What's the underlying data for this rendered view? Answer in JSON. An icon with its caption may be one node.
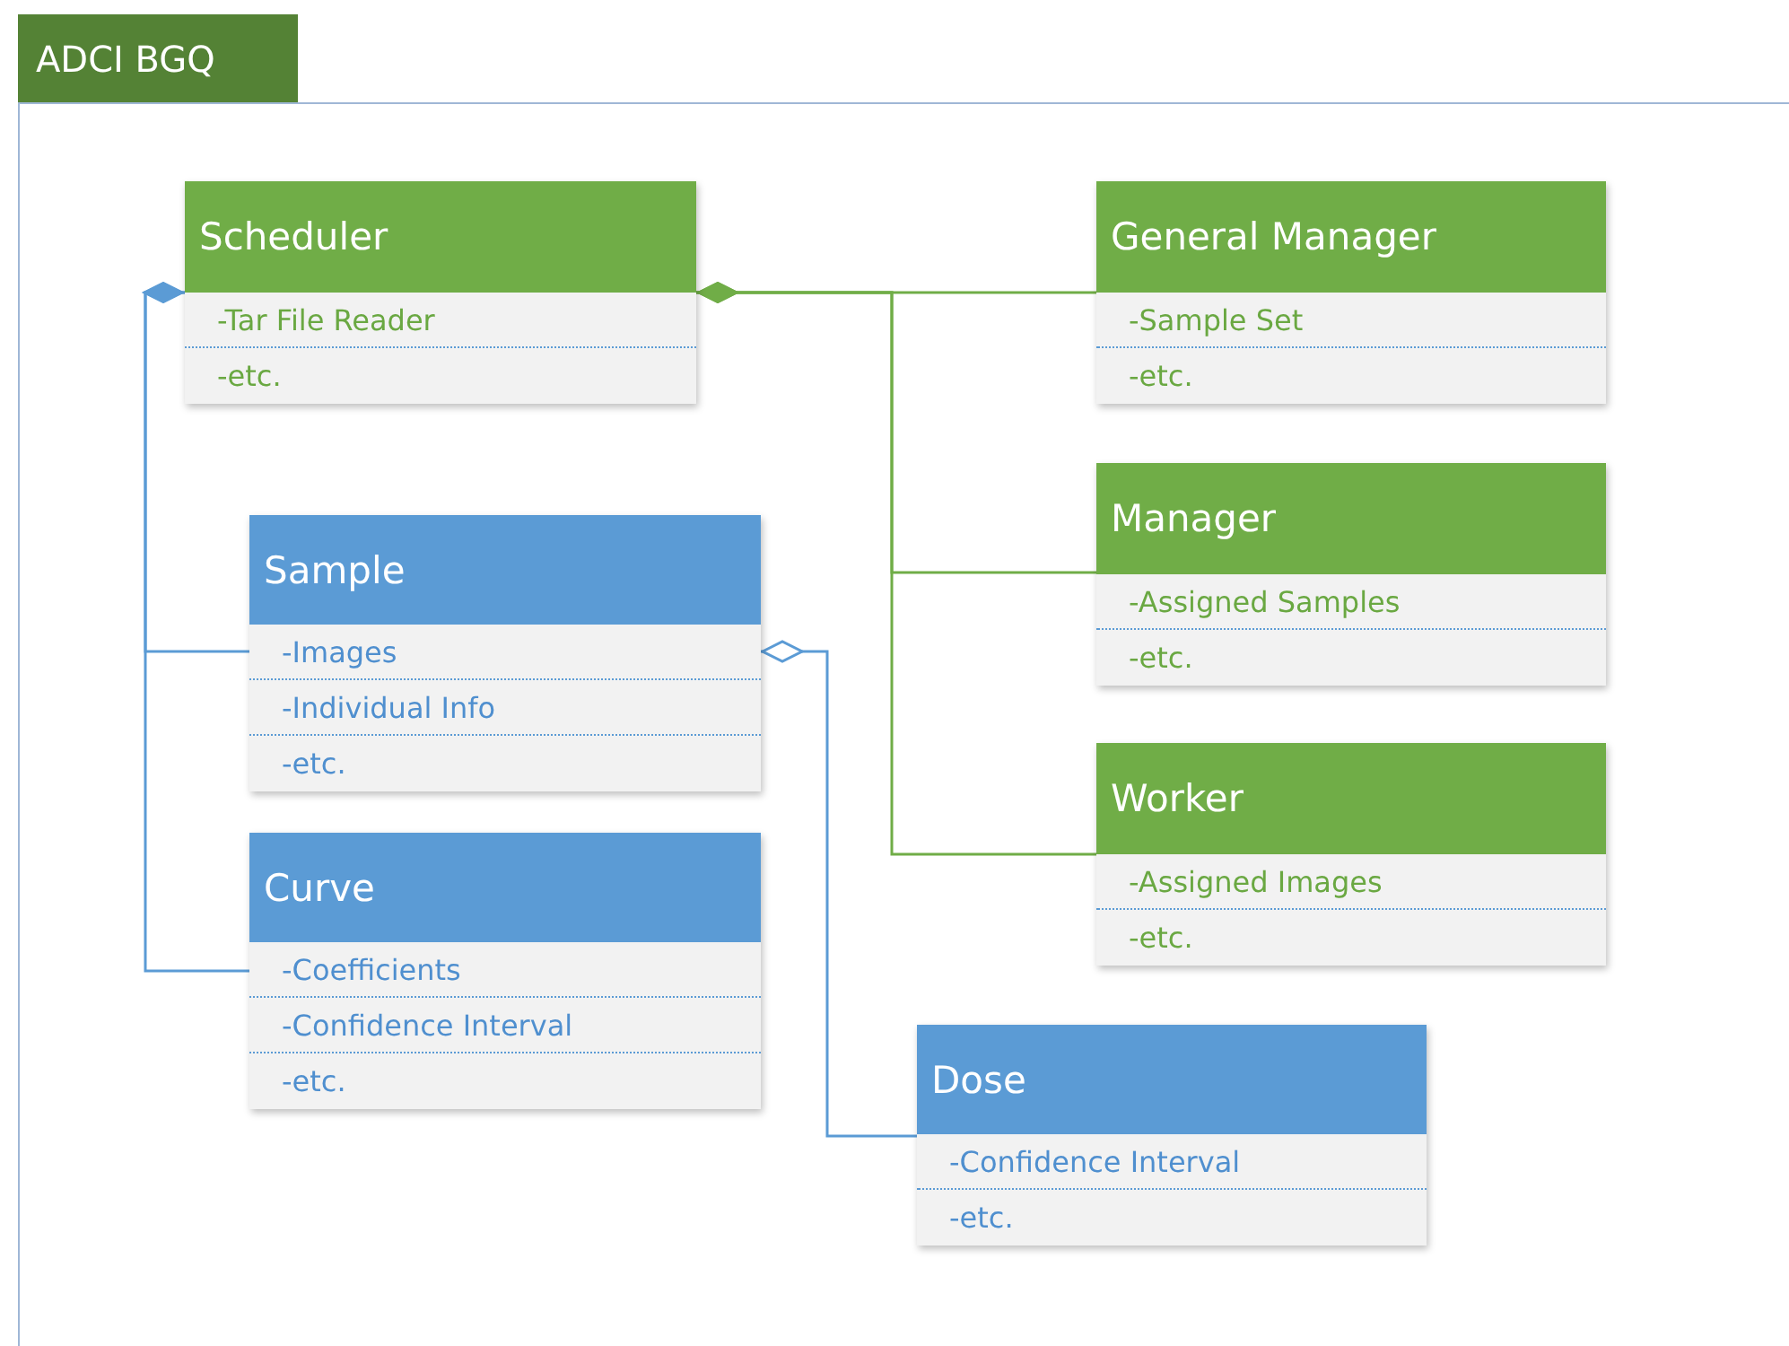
{
  "diagram": {
    "nodes": [
      {
        "text": [
          "ADCI BGQ"
        ]
      },
      {
        "text": [
          "Scheduler",
          "-Tar File Reader",
          "-etc."
        ],
        "in": 0
      },
      {
        "text": [
          "General Manager",
          "-Sample Set",
          "-etc."
        ],
        "in": 0
      },
      {
        "text": [
          "Manager",
          "-Assigned Samples",
          "-etc."
        ],
        "in": 0
      },
      {
        "text": [
          "Worker",
          "-Assigned Images",
          "-etc."
        ],
        "in": 0
      },
      {
        "text": [
          "Sample",
          "-Images",
          "-Individual Info",
          "-etc."
        ],
        "in": 0
      },
      {
        "text": [
          "Curve",
          "-Coefficients",
          "-Confidence Interval",
          "-etc."
        ],
        "in": 0
      },
      {
        "text": [
          "Dose",
          "-Confidence Interval",
          "-etc."
        ],
        "in": 0
      }
    ],
    "edges": [
      {
        "from": 1,
        "to": 2,
        "arrow": "other",
        "color": "#70ad47"
      },
      {
        "from": 1,
        "to": 3,
        "arrow": "other",
        "color": "#70ad47"
      },
      {
        "from": 1,
        "to": 4,
        "arrow": "other",
        "color": "#70ad47"
      },
      {
        "from": 1,
        "to": 5,
        "arrow": "other",
        "color": "#5b9bd5"
      },
      {
        "from": 1,
        "to": 6,
        "arrow": "other",
        "color": "#5b9bd5"
      },
      {
        "from": 5,
        "to": 7,
        "arrow": "other",
        "color": "#5b9bd5"
      }
    ]
  }
}
